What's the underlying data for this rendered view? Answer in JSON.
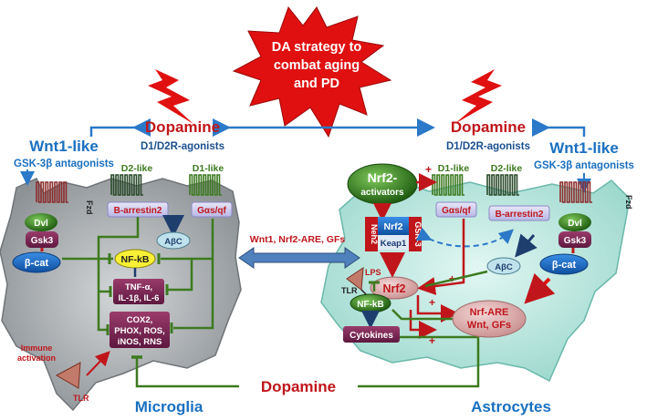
{
  "title_star": {
    "line1": "DA strategy to",
    "line2": "combat aging",
    "line3": "and PD"
  },
  "left": {
    "dopamine": "Dopamine",
    "agonists": "D1/D2R-agonists",
    "wnt1_like": "Wnt1-like",
    "gsk_antagonists": "GSK-3β antagonists",
    "fzd": "Fzd",
    "dvl": "Dvl",
    "gsk3": "Gsk3",
    "beta_cat": "β-cat",
    "d2_like": "D2-like",
    "d1_like": "D1-like",
    "b_arrestin2": "B-arrestin2",
    "g_alpha": "Gαs/qf",
    "abc": "AβC",
    "nfkb": "NF-kB",
    "cytokines_line1": "TNF-α,",
    "cytokines_line2": "IL-1β, IL-6",
    "mediators_line1": "COX2,",
    "mediators_line2": "PHOX, ROS,",
    "mediators_line3": "iNOS, RNS",
    "immune_line1": "Immune",
    "immune_line2": "activation",
    "tlr": "TLR",
    "cell_label": "Microglia"
  },
  "center": {
    "crosstalk_label": "Wnt1, Nrf2-ARE, GFs",
    "bottom_dopamine": "Dopamine"
  },
  "right": {
    "dopamine": "Dopamine",
    "agonists": "D1/D2R-agonists",
    "wnt1_like": "Wnt1-like",
    "gsk_antagonists": "GSK-3β antagonists",
    "nrf2_activators_line1": "Nrf2-",
    "nrf2_activators_line2": "activators",
    "d1_like": "D1-like",
    "d2_like": "D2-like",
    "g_alpha": "Gαs/qf",
    "b_arrestin2": "B-arrestin2",
    "fzd": "Fzd",
    "dvl": "Dvl",
    "gsk3": "Gsk3",
    "beta_cat": "β-cat",
    "neh2": "Neh2",
    "nrf2_box": "Nrf2",
    "keap1": "Keap1",
    "gsk3_vertical": "GSK-3",
    "abc": "AβC",
    "lps": "LPS",
    "tlr": "TLR",
    "nfkb": "NF-kB",
    "nrf2": "Nrf2",
    "nrf_are_line1": "Nrf-ARE",
    "nrf_are_line2": "Wnt, GFs",
    "cytokines": "Cytokines",
    "plus": "+",
    "cell_label": "Astrocytes"
  },
  "colors": {
    "dopamine_red": "#c0161b",
    "blue_text": "#1a70c0",
    "green_line": "#3d7a1f",
    "star_red": "#e01010",
    "microglia_cell": "#b8bcbf",
    "astrocyte_cell": "#c8ece6"
  }
}
